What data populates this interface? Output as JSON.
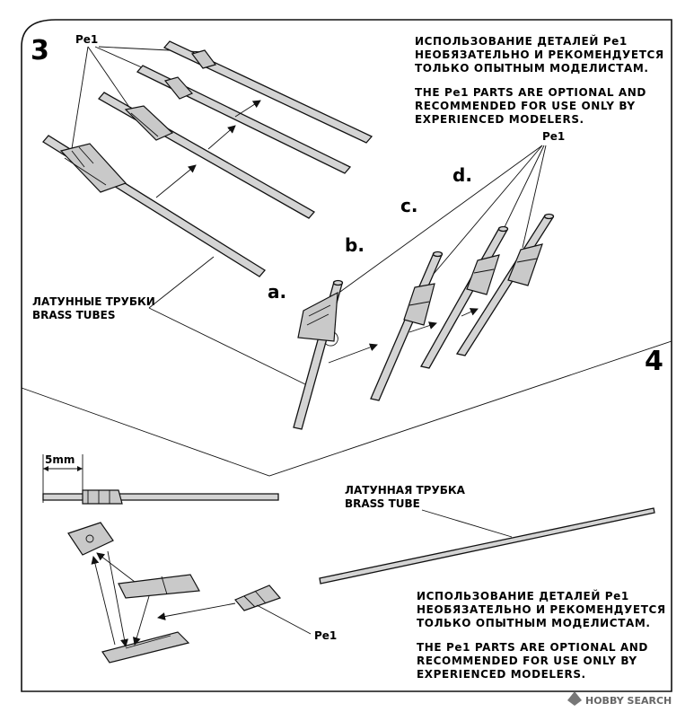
{
  "step3": {
    "number": "3",
    "pe1_label": "Pe1",
    "note_ru": [
      "ИСПОЛЬЗОВАНИЕ ДЕТАЛЕЙ Pe1",
      "НЕОБЯЗАТЕЛЬНО И РЕКОМЕНДУЕТСЯ",
      "ТОЛЬКО ОПЫТНЫМ МОДЕЛИСТАМ."
    ],
    "note_en": [
      "THE Pe1 PARTS ARE OPTIONAL AND",
      "RECOMMENDED FOR USE ONLY BY",
      "EXPERIENCED MODELERS."
    ],
    "tubes_label_ru": "ЛАТУННЫЕ ТРУБКИ",
    "tubes_label_en": "BRASS TUBES",
    "sub_a": "a.",
    "sub_b": "b.",
    "sub_c": "c.",
    "sub_d": "d."
  },
  "step4": {
    "number": "4",
    "dimension": "5mm",
    "tube_label_ru": "ЛАТУННАЯ ТРУБКА",
    "tube_label_en": "BRASS TUBE",
    "pe1_label": "Pe1",
    "note_ru": [
      "ИСПОЛЬЗОВАНИЕ ДЕТАЛЕЙ Pe1",
      "НЕОБЯЗАТЕЛЬНО И РЕКОМЕНДУЕТСЯ",
      "ТОЛЬКО ОПЫТНЫМ МОДЕЛИСТАМ."
    ],
    "note_en": [
      "THE Pe1 PARTS ARE OPTIONAL AND",
      "RECOMMENDED FOR USE ONLY BY",
      "EXPERIENCED MODELERS."
    ]
  },
  "watermark": "HOBBY SEARCH",
  "watermark_icon": "hobbysearch-logo-icon"
}
